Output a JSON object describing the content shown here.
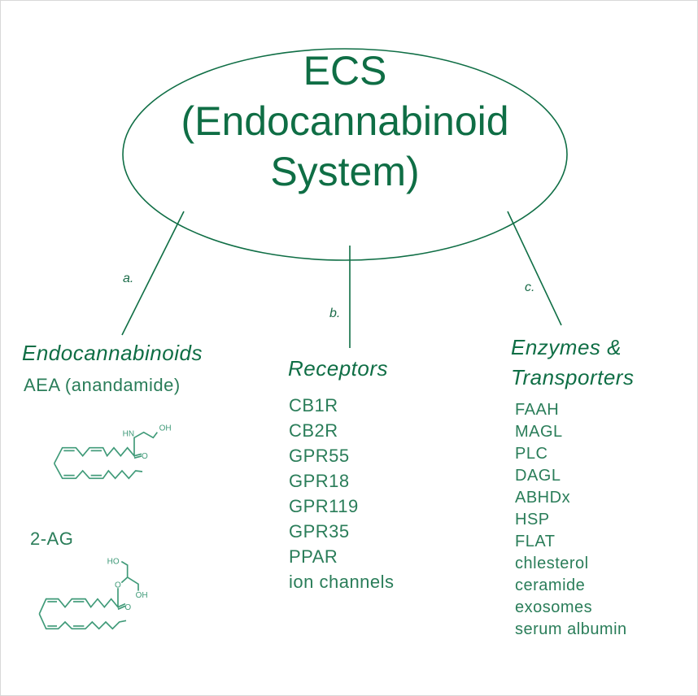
{
  "colors": {
    "primary": "#0f6e45",
    "secondary": "#2a7d59",
    "molecule": "#3f9a78"
  },
  "root": {
    "line1": "ECS",
    "line2": "(Endocannabinoid",
    "line3": "System)"
  },
  "branches": [
    {
      "marker": "a.",
      "heading": "Endocannabinoids"
    },
    {
      "marker": "b.",
      "heading": "Receptors"
    },
    {
      "marker": "c.",
      "heading_line1": "Enzymes &",
      "heading_line2": "Transporters"
    }
  ],
  "endocannabinoids": {
    "aea_label": "AEA (anandamide)",
    "ag_label": "2-AG",
    "aea_atoms": {
      "n": "HN",
      "oh": "OH",
      "o": "O"
    },
    "ag_atoms": {
      "ho": "HO",
      "o_ester": "O",
      "oh": "OH",
      "o": "O"
    }
  },
  "receptors": [
    "CB1R",
    "CB2R",
    "GPR55",
    "GPR18",
    "GPR119",
    "GPR35",
    "PPAR",
    "ion channels"
  ],
  "enzymes": [
    "FAAH",
    "MAGL",
    "PLC",
    "DAGL",
    "ABHDx",
    "HSP",
    "FLAT",
    "chlesterol",
    "ceramide",
    "exosomes",
    "serum albumin"
  ]
}
